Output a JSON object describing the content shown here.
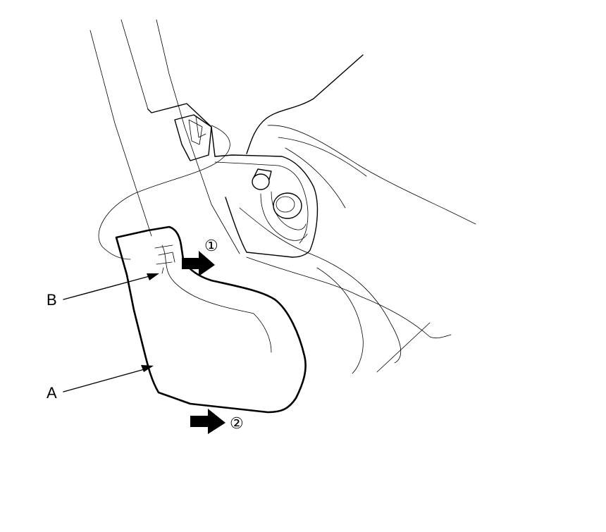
{
  "callouts": {
    "a": "A",
    "b": "B"
  },
  "steps": {
    "step1": "①",
    "step2": "②"
  }
}
